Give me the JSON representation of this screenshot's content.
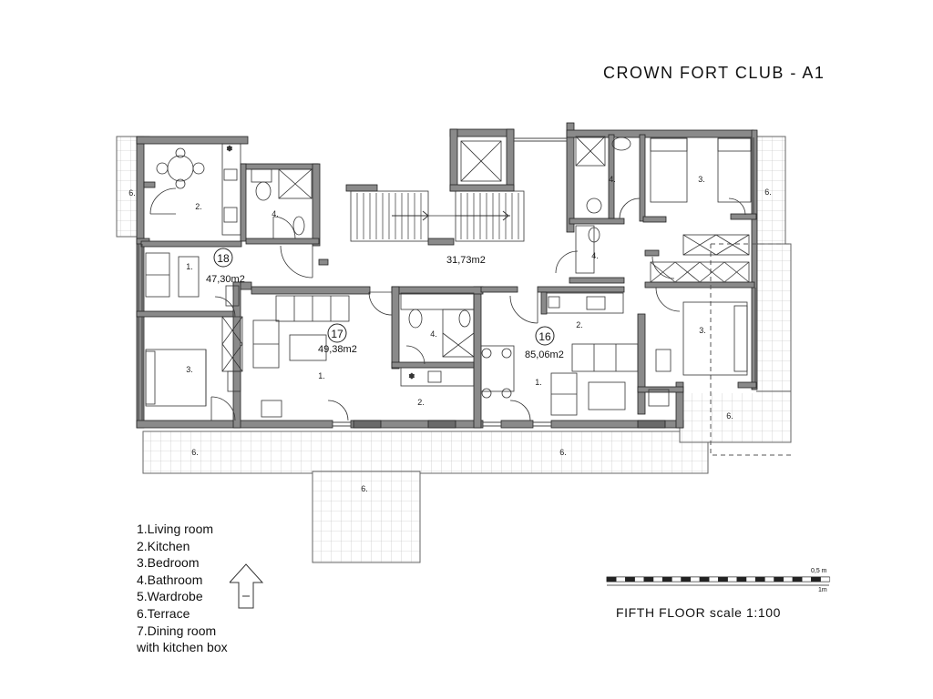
{
  "title": "CROWN FORT CLUB - A1",
  "floor_label": "FIFTH FLOOR scale 1:100",
  "scale_bar": {
    "small_label": "0,5 m",
    "big_label": "1m"
  },
  "legend": [
    "1.Living room",
    "2.Kitchen",
    "3.Bedroom",
    "4.Bathroom",
    "5.Wardrobe",
    "6.Terrace",
    "7.Dining room",
    "with kitchen box"
  ],
  "apartments": [
    {
      "number": "18",
      "area": "47,30m2"
    },
    {
      "number": "17",
      "area": "49,38m2"
    },
    {
      "number": "16",
      "area": "85,06m2"
    }
  ],
  "common_area": "31,73m2",
  "room_labels": {
    "r18_kitchen": "2.",
    "r18_bath": "4.",
    "r18_living": "1.",
    "r18_bed": "3.",
    "r18_terrace_left": "6.",
    "r17_living": "1.",
    "r17_bath": "4.",
    "r17_kitchen": "2.",
    "r16_living": "1.",
    "r16_kitchen": "2.",
    "r16_bath_top": "4.",
    "r16_bath_mid": "4.",
    "r16_bed_top": "3.",
    "r16_bed_mid": "3.",
    "r16_terrace_right": "6.",
    "r16_terrace_bottom": "6.",
    "terrace_south_left": "6.",
    "terrace_south_right": "6.",
    "terrace_big": "6."
  }
}
